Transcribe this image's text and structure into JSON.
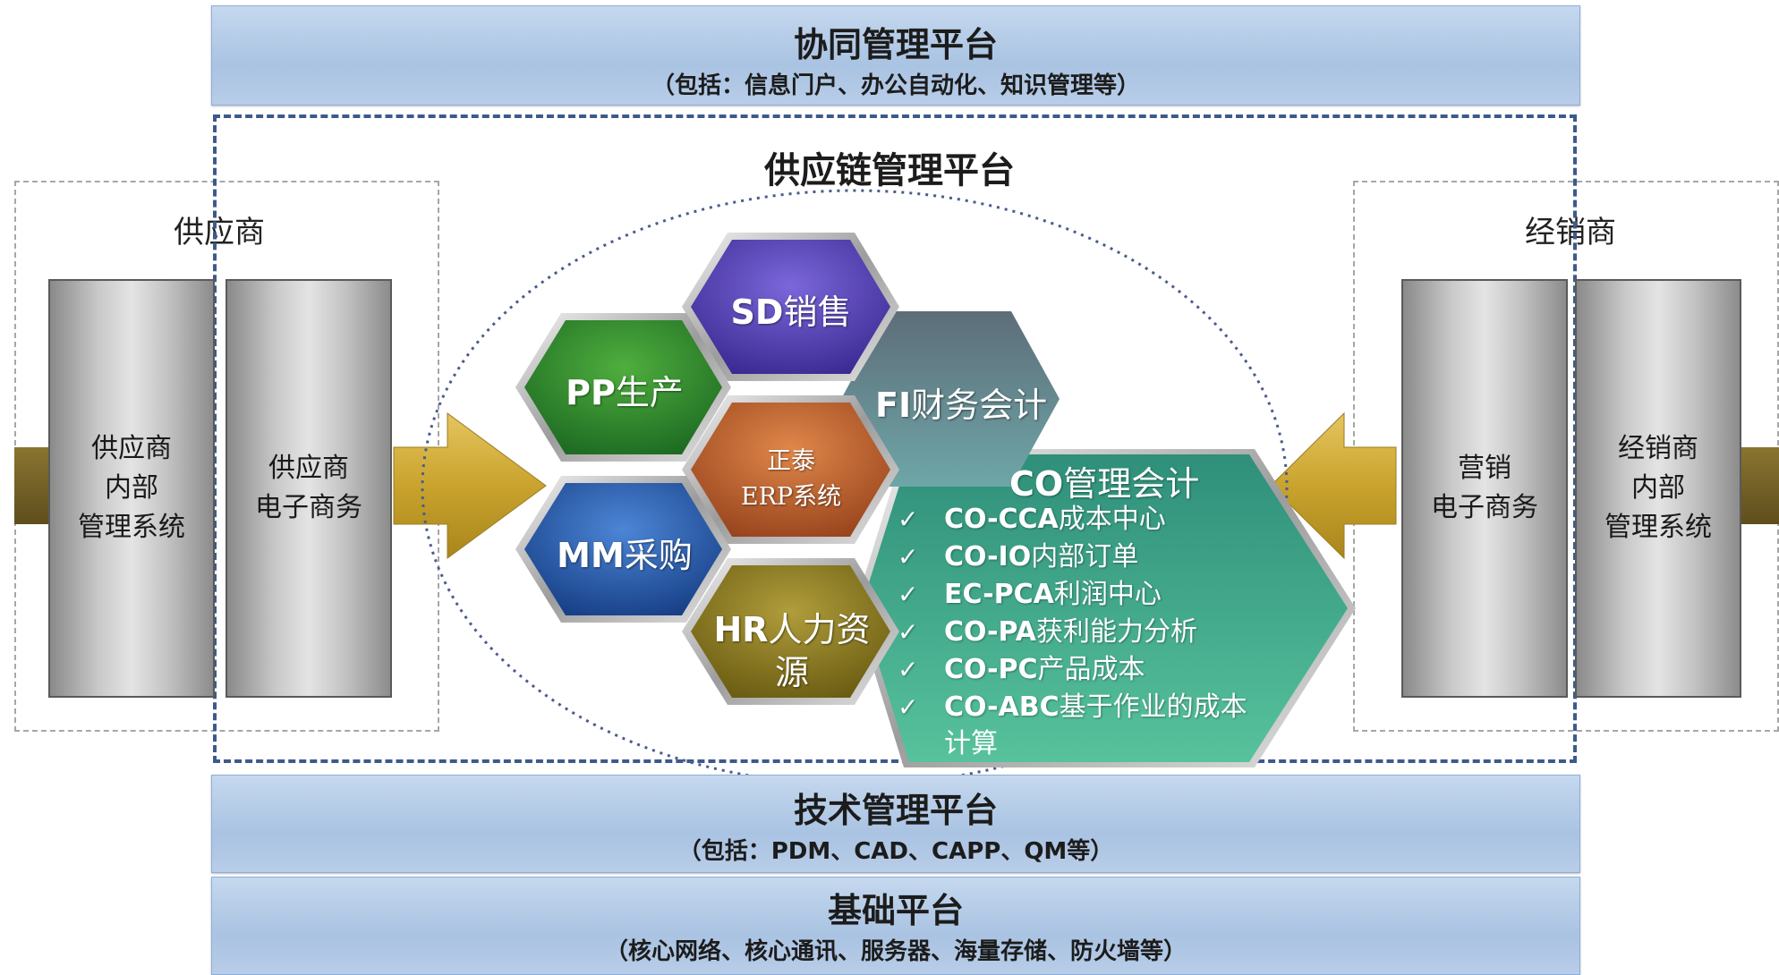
{
  "top_platform": {
    "title": "协同管理平台",
    "subtitle": "（包括：信息门户、办公自动化、知识管理等）"
  },
  "supply_chain": {
    "title": "供应链管理平台"
  },
  "supplier": {
    "title": "供应商",
    "internal_system": [
      "供应商",
      "内部",
      "管理系统"
    ],
    "ecommerce": [
      "供应商",
      "电子商务"
    ]
  },
  "dealer": {
    "title": "经销商",
    "ecommerce": [
      "营销",
      "电子商务"
    ],
    "internal_system": [
      "经销商",
      "内部",
      "管理系统"
    ]
  },
  "modules": {
    "sd": {
      "code": "SD",
      "name": "销售",
      "color": "#5a44b8"
    },
    "pp": {
      "code": "PP",
      "name": "生产",
      "color": "#2f8a2f"
    },
    "fi": {
      "code": "FI",
      "name": "财务会计",
      "color": "#5b8590"
    },
    "erp": {
      "line1": "正泰",
      "line2": "ERP系统",
      "color": "#c0612c"
    },
    "mm": {
      "code": "MM",
      "name": "采购",
      "color": "#2a5aa8"
    },
    "hr": {
      "code": "HR",
      "name": "人力资",
      "name2": "源",
      "color": "#8a7a1e"
    }
  },
  "co": {
    "title_code": "CO",
    "title_name": "管理会计",
    "color": "#3f9e86",
    "items": [
      {
        "code": "CO-CCA",
        "name": "成本中心"
      },
      {
        "code": "CO-IO",
        "name": "内部订单"
      },
      {
        "code": "EC-PCA",
        "name": "利润中心"
      },
      {
        "code": "CO-PA",
        "name": "获利能力分析"
      },
      {
        "code": "CO-PC",
        "name": "产品成本"
      },
      {
        "code": "CO-ABC",
        "name": "基于作业的成本"
      }
    ],
    "item_cont": "计算",
    "check_glyph": "✓"
  },
  "tech_platform": {
    "title": "技术管理平台",
    "subtitle": "（包括：PDM、CAD、CAPP、QM等）"
  },
  "base_platform": {
    "title": "基础平台",
    "subtitle": "（核心网络、核心通讯、服务器、海量存储、防火墙等）"
  }
}
